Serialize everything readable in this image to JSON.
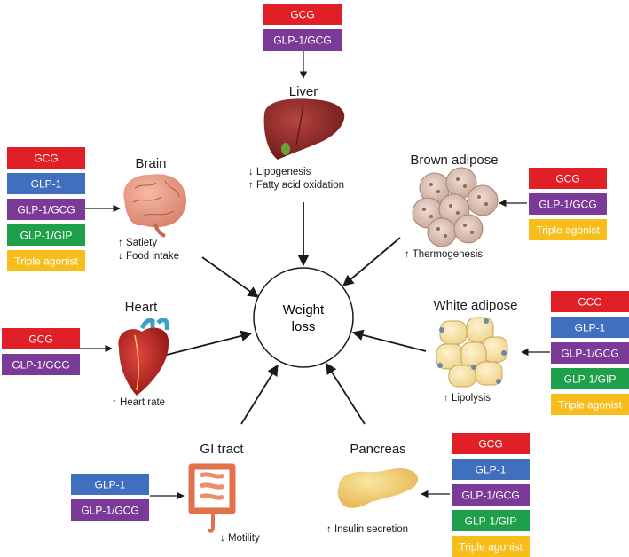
{
  "colors": {
    "GCG": "#e11f27",
    "GLP-1": "#3f6fbe",
    "GLP-1/GCG": "#7b3a97",
    "GLP-1/GIP": "#1ea04a",
    "Triple agonist": "#f6bd1b"
  },
  "center": {
    "label_line1": "Weight",
    "label_line2": "loss"
  },
  "organs": {
    "liver": {
      "title": "Liver",
      "effects": [
        "↓ Lipogenesis",
        "↑ Fatty acid oxidation"
      ],
      "agonists": [
        "GCG",
        "GLP-1/GCG"
      ],
      "icon": "liver-icon"
    },
    "brain": {
      "title": "Brain",
      "effects": [
        "↑ Satiety",
        "↓ Food intake"
      ],
      "agonists": [
        "GCG",
        "GLP-1",
        "GLP-1/GCG",
        "GLP-1/GIP",
        "Triple agonist"
      ],
      "icon": "brain-icon"
    },
    "brown_adipose": {
      "title": "Brown adipose",
      "effects": [
        "↑ Thermogenesis"
      ],
      "agonists": [
        "GCG",
        "GLP-1/GCG",
        "Triple agonist"
      ],
      "icon": "brown-adipose-icon"
    },
    "heart": {
      "title": "Heart",
      "effects": [
        "↑ Heart rate"
      ],
      "agonists": [
        "GCG",
        "GLP-1/GCG"
      ],
      "icon": "heart-icon"
    },
    "white_adipose": {
      "title": "White adipose",
      "effects": [
        "↑ Lipolysis"
      ],
      "agonists": [
        "GCG",
        "GLP-1",
        "GLP-1/GCG",
        "GLP-1/GIP",
        "Triple agonist"
      ],
      "icon": "white-adipose-icon"
    },
    "gi_tract": {
      "title": "GI tract",
      "effects": [
        "↓ Motility"
      ],
      "agonists": [
        "GLP-1",
        "GLP-1/GCG"
      ],
      "icon": "gi-tract-icon"
    },
    "pancreas": {
      "title": "Pancreas",
      "effects": [
        "↑ Insulin secretion"
      ],
      "agonists": [
        "GCG",
        "GLP-1",
        "GLP-1/GCG",
        "GLP-1/GIP",
        "Triple agonist"
      ],
      "icon": "pancreas-icon"
    }
  }
}
